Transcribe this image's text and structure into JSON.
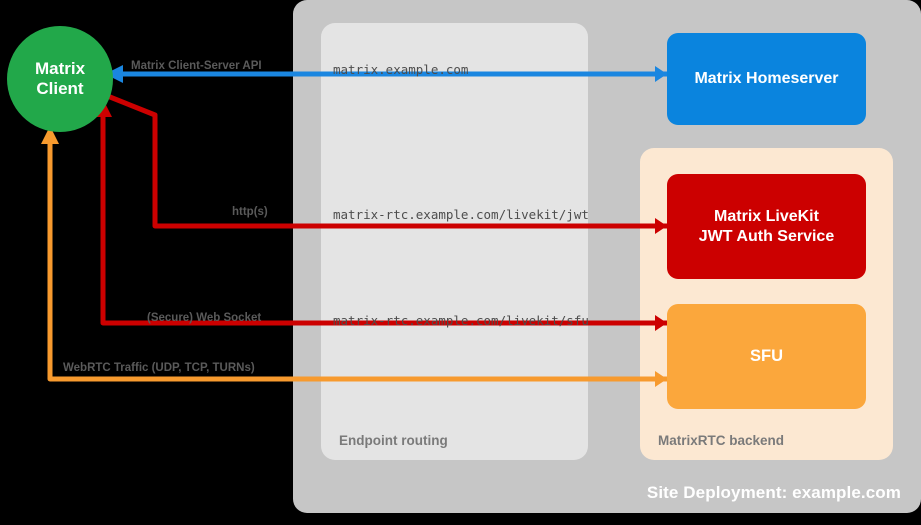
{
  "diagram": {
    "site": {
      "label": "Site Deployment: example.com",
      "color": "#c6c6c6"
    },
    "panels": [
      {
        "name": "endpoint-routing",
        "label": "Endpoint routing",
        "color": "#e4e4e4"
      },
      {
        "name": "matrixrtc-backend",
        "label": "MatrixRTC backend",
        "color": "#fce8d2"
      }
    ],
    "nodes": {
      "client": {
        "line1": "Matrix",
        "line2": "Client",
        "color": "#22a84a"
      },
      "homeserver": {
        "label": "Matrix Homeserver",
        "color": "#0a84de"
      },
      "jwt": {
        "line1": "Matrix LiveKit",
        "line2": "JWT Auth Service",
        "color": "#cc0000"
      },
      "sfu": {
        "label": "SFU",
        "color": "#fba73c"
      }
    },
    "endpoints": [
      {
        "name": "matrix-host",
        "text": "matrix.example.com"
      },
      {
        "name": "livekit-jwt-path",
        "text": "matrix-rtc.example.com/livekit/jwt"
      },
      {
        "name": "livekit-sfu-path",
        "text": "matrix-rtc.example.com/livekit/sfu"
      }
    ],
    "flows": [
      {
        "name": "client-server-api",
        "label": "Matrix Client-Server API",
        "color": "#1a86e0"
      },
      {
        "name": "https",
        "label": "http(s)",
        "color": "#cc0000"
      },
      {
        "name": "websocket",
        "label": "(Secure) Web Socket",
        "color": "#cc0000"
      },
      {
        "name": "webrtc",
        "label": "WebRTC Traffic (UDP, TCP, TURNs)",
        "color": "#f79a2e"
      }
    ]
  }
}
